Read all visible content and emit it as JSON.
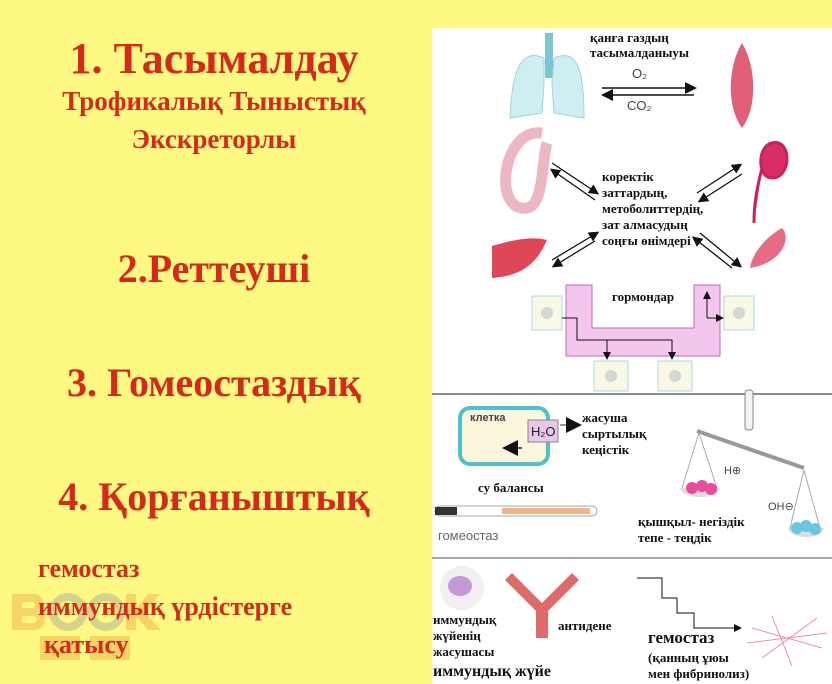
{
  "left": {
    "item1_title": "1. Тасымалдау",
    "item1_sub1": "Трофикалық  Тыныстық",
    "item1_sub2": "Экскреторлы",
    "item2_title": "2.Реттеуші",
    "item3_title": "3. Гомеостаздық",
    "item4_title": "4. Қорғаныштық",
    "item4_sub1": "гемостаз",
    "item4_sub2": "иммундық  үрдістерге",
    "item4_sub3": "қатысу",
    "watermark": "BOOK UP"
  },
  "diagram": {
    "gas_transport": [
      "қанға газдың",
      "тасымалданыуы"
    ],
    "o2": "O₂",
    "co2": "CO₂",
    "nutrients": [
      "коректік",
      "заттардың,",
      "метоболиттердің,",
      "зат алмасудың",
      "соңғы өнімдері"
    ],
    "hormones": "гормондар",
    "cell": "клетка",
    "h2o": "H₂O",
    "extracellular": [
      "жасуша",
      "сыртылық",
      "кеңістік"
    ],
    "water_balance": "су балансы",
    "homeostasis": "гомеостаз",
    "h_ion": "H⊕",
    "oh_ion": "OH⊖",
    "acid_base": [
      "қышқыл- негіздік",
      "тепе - теңдік"
    ],
    "immune_cell": [
      "иммундық",
      "жүйенің",
      "жасушасы"
    ],
    "antibody": "антидене",
    "immune_system": "иммундық жүйе",
    "hemostasis": "гемостаз",
    "hemostasis_detail": [
      "(қанның ұюы",
      "мен фибринолиз)"
    ]
  },
  "colors": {
    "background": "#fdf983",
    "title_red": "#d42a1c",
    "panel": "#ffffff"
  }
}
